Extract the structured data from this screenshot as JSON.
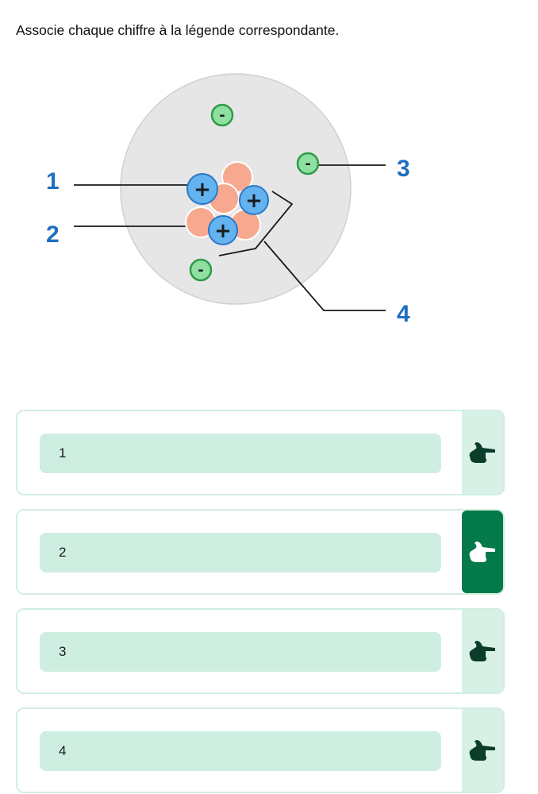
{
  "instruction": "Associe chaque chiffre à la légende correspondante.",
  "diagram": {
    "labels": [
      "1",
      "2",
      "3",
      "4"
    ],
    "electron_sign": "-",
    "proton_sign": "+"
  },
  "answers": [
    {
      "label": "1",
      "active": false
    },
    {
      "label": "2",
      "active": true
    },
    {
      "label": "3",
      "active": false
    },
    {
      "label": "4",
      "active": false
    }
  ],
  "colors": {
    "accent": "#047a4a",
    "field": "#cdeee0",
    "handle": "#d7f1e6",
    "label_blue": "#1e6fbf",
    "electron": "#8fe0a0",
    "proton": "#62b3ef",
    "neutron": "#f7a98f"
  },
  "icons": {
    "handle": "hand-pointing-left-icon"
  }
}
